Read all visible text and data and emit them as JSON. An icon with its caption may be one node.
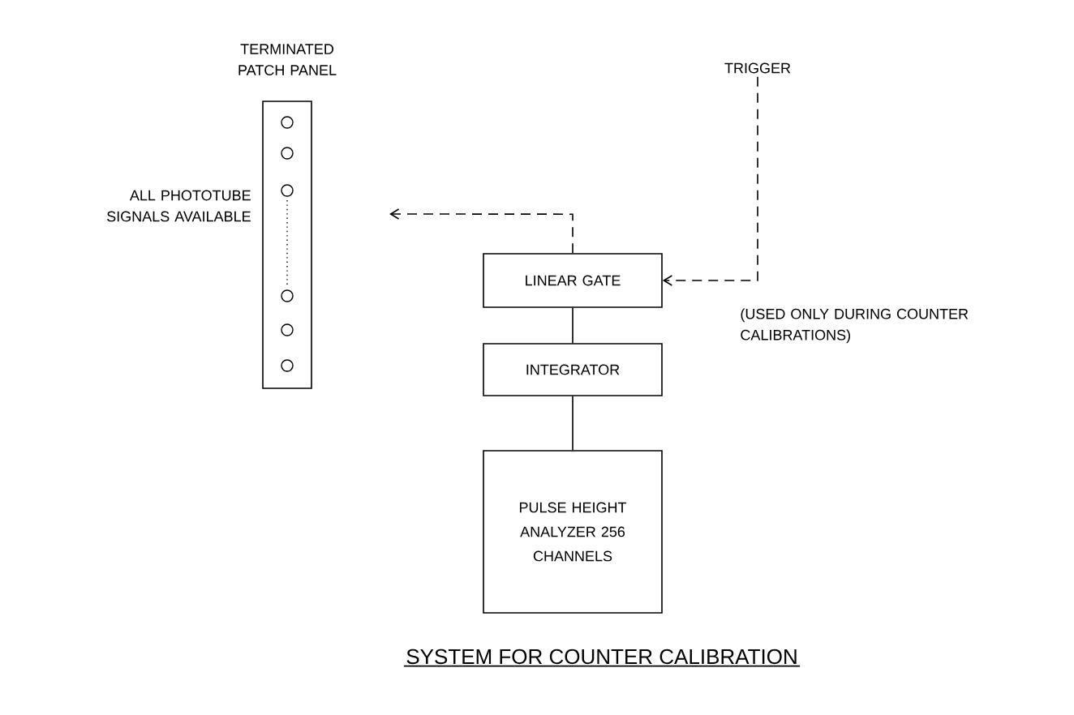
{
  "diagram": {
    "title": "SYSTEM FOR COUNTER CALIBRATION",
    "nodes": [
      {
        "text": [
          "TERMINATED PATCH PANEL"
        ],
        "beside": [
          "ALL PHOTOTUBE SIGNALS AVAILABLE"
        ]
      },
      {
        "text": [
          "LINEAR GATE"
        ]
      },
      {
        "text": [
          "INTEGRATOR"
        ]
      },
      {
        "text": [
          "PULSE HEIGHT ANALYZER 256 CHANNELS"
        ]
      },
      {
        "text": [
          "TRIGGER"
        ]
      }
    ],
    "edges": [
      {
        "from": 1,
        "to": null,
        "arrow": "to",
        "style": "dashed"
      },
      {
        "from": 4,
        "to": 1,
        "arrow": "to",
        "style": "dashed"
      },
      {
        "from": 1,
        "to": 2,
        "arrow": "none"
      },
      {
        "from": 2,
        "to": 3,
        "arrow": "none"
      }
    ],
    "labels": [
      "(USED ONLY DURING COUNTER CALIBRATIONS)"
    ]
  }
}
